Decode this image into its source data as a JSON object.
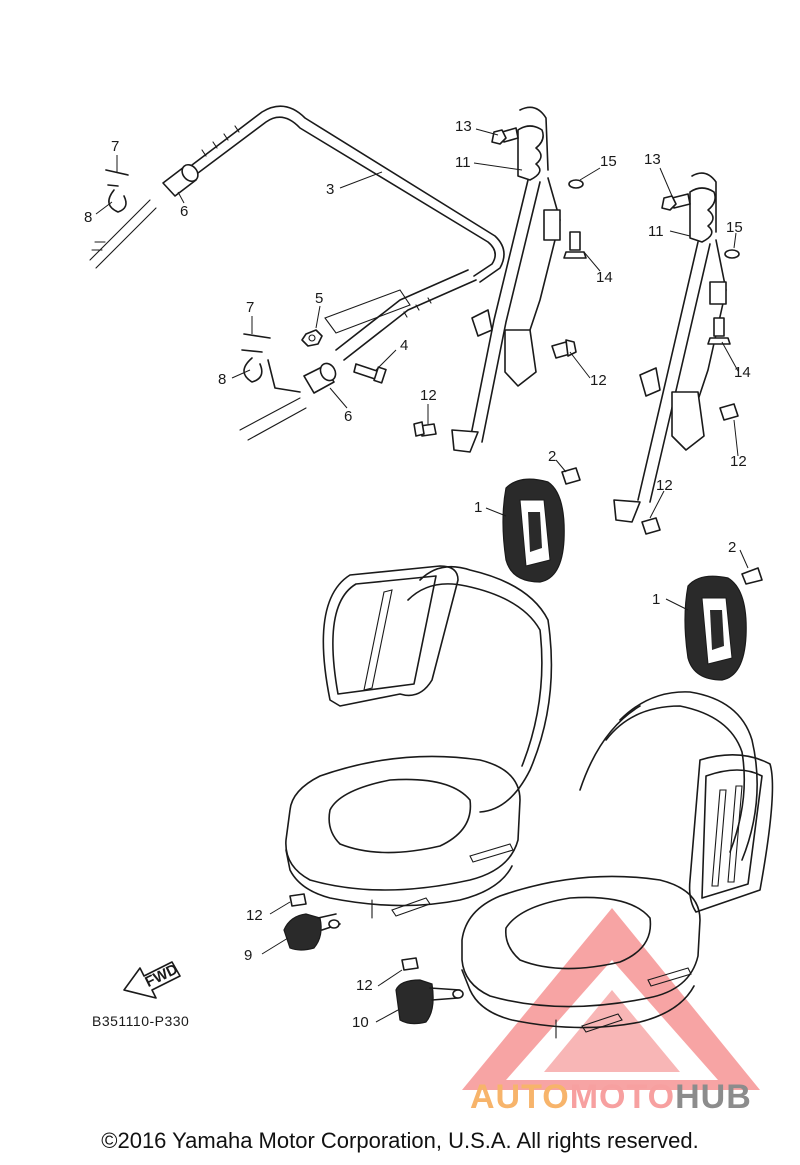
{
  "diagram": {
    "catalog_code": "B351110-P330",
    "copyright": "©2016 Yamaha Motor Corporation, U.S.A. All rights reserved.",
    "fwd_label": "FWD",
    "callouts": [
      "1",
      "2",
      "3",
      "4",
      "5",
      "6",
      "7",
      "8",
      "9",
      "10",
      "11",
      "12",
      "13",
      "14",
      "15"
    ]
  },
  "watermark": {
    "part1": "AUTO",
    "part2": "MOTO",
    "part3": "HUB",
    "colors": {
      "auto": "#f7b46b",
      "moto": "#f7a0a0",
      "hub": "#8c8c8c",
      "triangle": "#f15a5a"
    }
  }
}
